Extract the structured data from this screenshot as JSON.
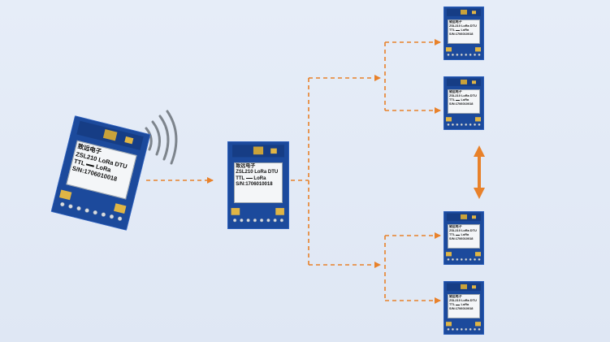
{
  "module_label": {
    "brand": "致远电子",
    "model": "ZSL210 LoRa DTU",
    "interface_left": "TTL",
    "interface_right": "LoRa",
    "serial": "S/N:1706010018"
  },
  "colors": {
    "background": "#e4ebf7",
    "pcb_blue": "#1c4a9c",
    "pcb_edge": "#3567c4",
    "arrow": "#e8812a",
    "label": "#f4f6f8"
  }
}
